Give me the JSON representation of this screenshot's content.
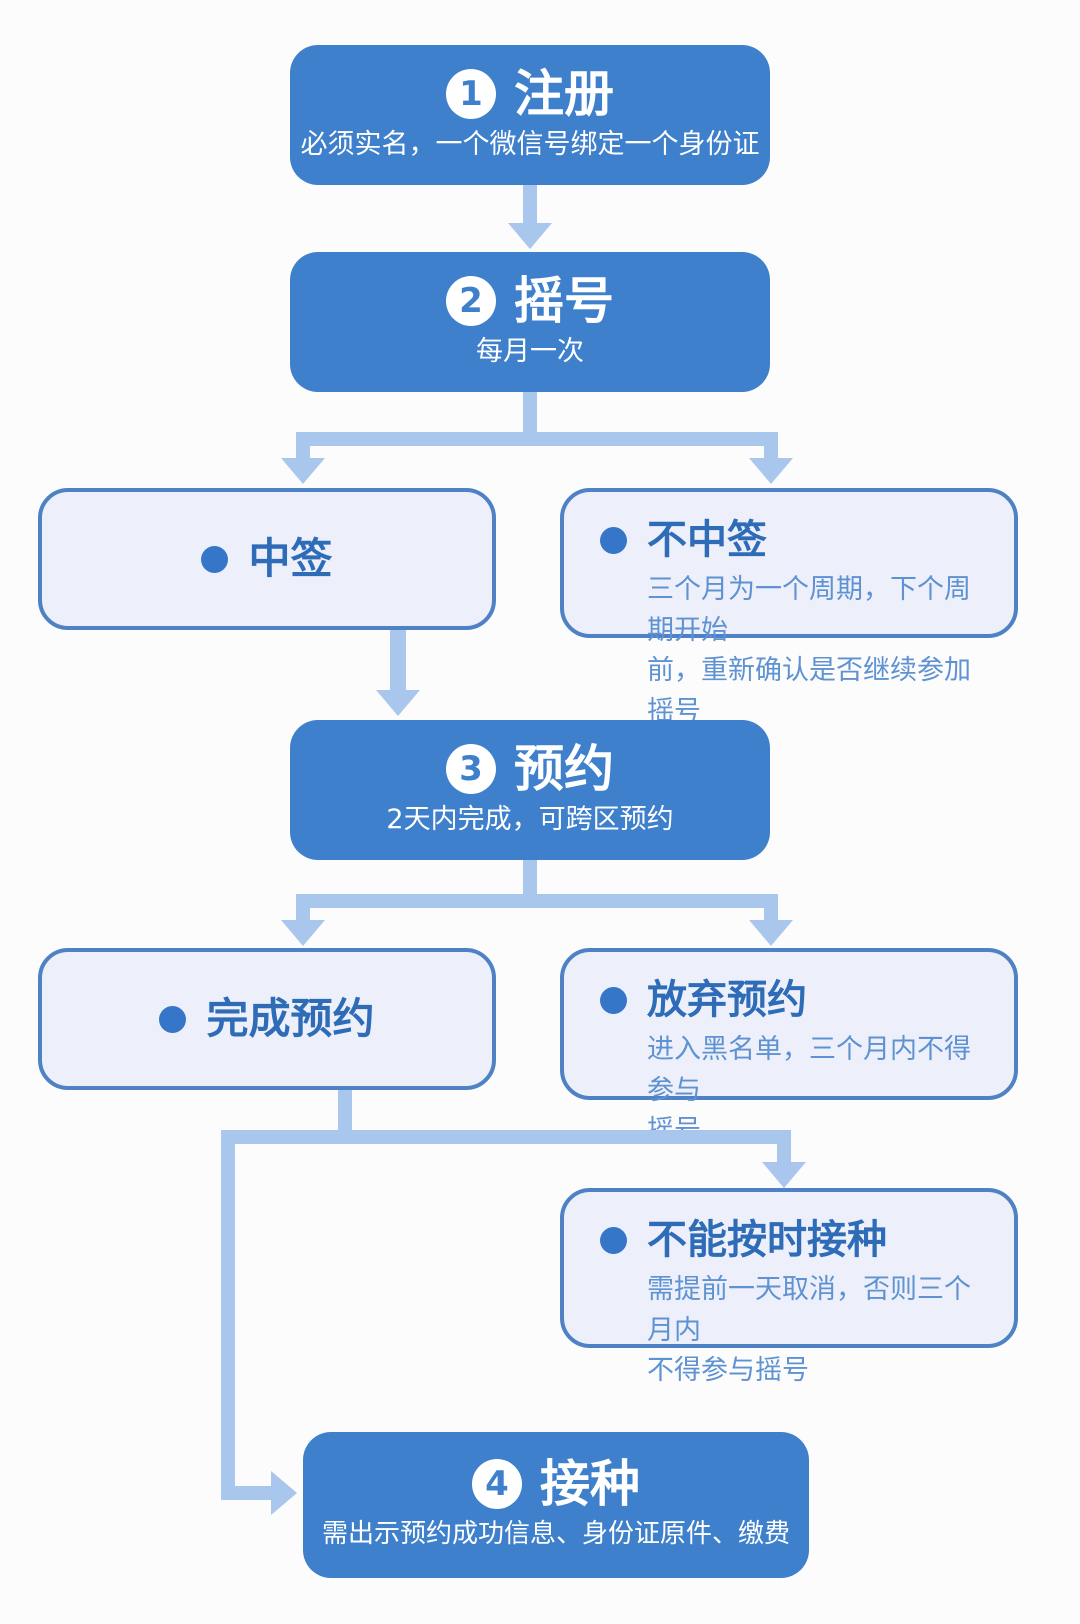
{
  "colors": {
    "box-blue": "#3E80CC",
    "light-fill": "#EDF0FA",
    "light-border": "#4E82C4",
    "title-blue": "#2E6CB8",
    "body-blue": "#5E92D2",
    "connector": "#A9C7EC",
    "dot-blue": "#3576C8",
    "page-bg": "#FCFCFD"
  },
  "flow": {
    "step1": {
      "num": "1",
      "title": "注册",
      "subtitle": "必须实名，一个微信号绑定一个身份证"
    },
    "step2": {
      "num": "2",
      "title": "摇号",
      "subtitle": "每月一次"
    },
    "win": {
      "title": "中签"
    },
    "lose": {
      "title": "不中签",
      "detail": "三个月为一个周期，下个周期开始\n前，重新确认是否继续参加摇号"
    },
    "step3": {
      "num": "3",
      "title": "预约",
      "subtitle": "2天内完成，可跨区预约"
    },
    "complete": {
      "title": "完成预约"
    },
    "abandon": {
      "title": "放弃预约",
      "detail": "进入黑名单，三个月内不得参与\n摇号"
    },
    "miss": {
      "title": "不能按时接种",
      "detail": "需提前一天取消，否则三个月内\n不得参与摇号"
    },
    "step4": {
      "num": "4",
      "title": "接种",
      "subtitle": "需出示预约成功信息、身份证原件、缴费"
    }
  }
}
